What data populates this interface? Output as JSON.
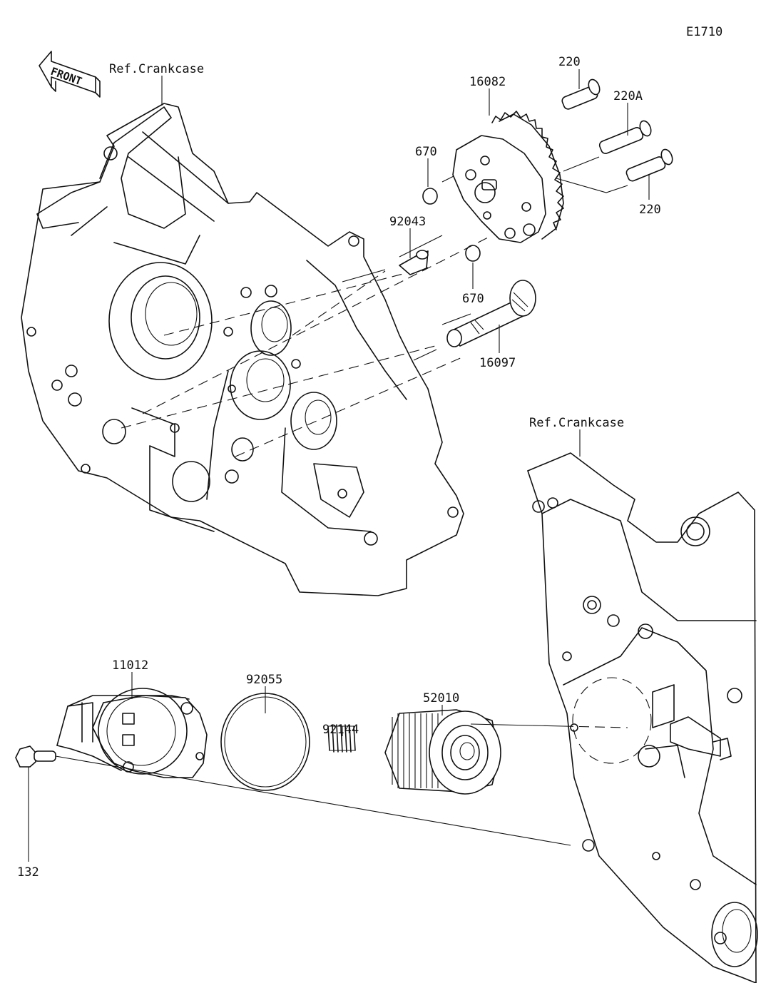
{
  "diagram_id": "E1710",
  "front_label": "FRONT",
  "ref_labels": [
    "Ref.Crankcase",
    "Ref.Crankcase"
  ],
  "parts": [
    {
      "number": "220"
    },
    {
      "number": "220A"
    },
    {
      "number": "220"
    },
    {
      "number": "16082"
    },
    {
      "number": "670"
    },
    {
      "number": "92043"
    },
    {
      "number": "670"
    },
    {
      "number": "16097"
    },
    {
      "number": "11012"
    },
    {
      "number": "92055"
    },
    {
      "number": "92144"
    },
    {
      "number": "52010"
    },
    {
      "number": "132"
    }
  ]
}
